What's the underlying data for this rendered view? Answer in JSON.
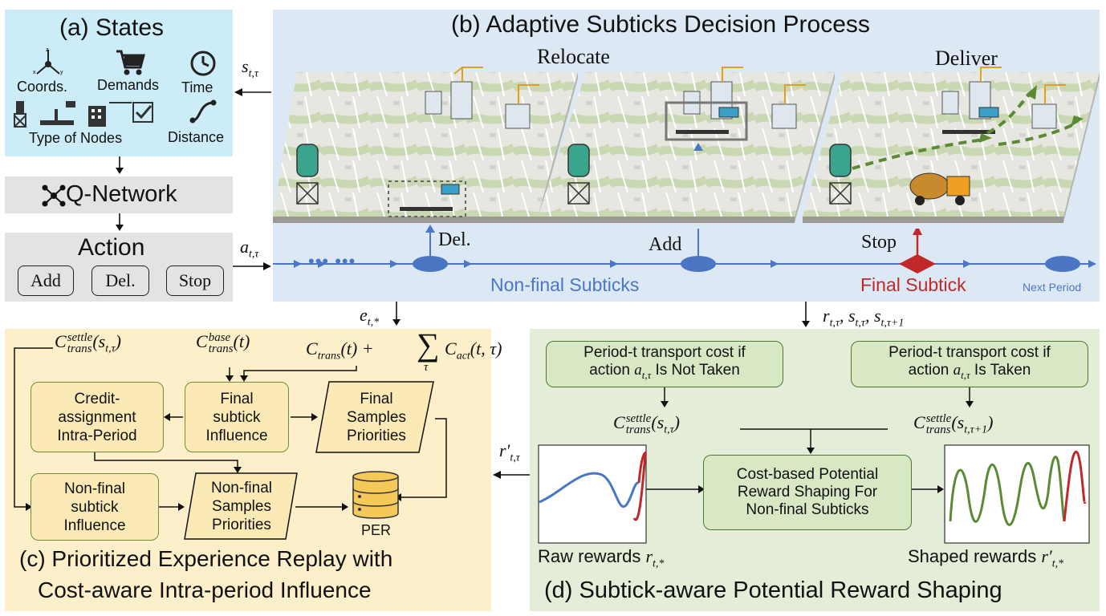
{
  "states": {
    "title": "(a) States",
    "coords": "Coords.",
    "demands": "Demands",
    "time": "Time",
    "type_of_nodes": "Type of Nodes",
    "distance": "Distance"
  },
  "qnetwork": {
    "label": "Q-Network"
  },
  "action": {
    "title": "Action",
    "add": "Add",
    "del": "Del.",
    "stop": "Stop"
  },
  "process": {
    "title": "(b) Adaptive Subticks Decision Process",
    "relocate": "Relocate",
    "deliver": "Deliver",
    "del_label": "Del.",
    "add_label": "Add",
    "stop_label": "Stop",
    "dots": "•••  •••",
    "nonfinal": "Non-final Subticks",
    "final": "Final Subtick",
    "next_period": "Next Period"
  },
  "math": {
    "s_main": "s",
    "s_sub": "t,τ",
    "a_main": "a",
    "a_sub": "t,τ",
    "e_main": "e",
    "e_sub": "t,*",
    "r_arrow": "r′",
    "r_arrow_sub": "t,τ",
    "rs_text": "r",
    "rs_sub1": "t,τ",
    "rs_comma1": ", s",
    "rs_sub2": "t,τ",
    "rs_comma2": ", s",
    "rs_sub3": "t,τ+1",
    "c_settle_sup": "settle",
    "c_trans_sub": "trans",
    "c_settle_arg": "(s",
    "c_settle_arg_sub": "t,τ",
    "c_settle_arg_sub2": "t,τ+1",
    "c_close": ")",
    "c_base_sup": "base",
    "c_base_arg": "(t)",
    "c_main": "C",
    "c_trans_t": "(t) +",
    "sum": "∑",
    "sum_sub": "τ",
    "c_act_sub": "act",
    "c_act_arg": "(t, τ)"
  },
  "per": {
    "title_line1": "(c) Prioritized Experience Replay with",
    "title_line2": "Cost-aware Intra-period Influence",
    "credit": "Credit-\nassignment\nIntra-Period",
    "final_infl": "Final\nsubtick\nInfluence",
    "final_prio": "Final\nSamples\nPriorities",
    "nonfinal_infl": "Non-final\nsubtick\nInfluence",
    "nonfinal_prio": "Non-final\nSamples\nPriorities",
    "per_label": "PER"
  },
  "shaping": {
    "title": "(d) Subtick-aware Potential Reward Shaping",
    "not_taken_line1": "Period-t transport cost if",
    "not_taken_line2a": "action ",
    "not_taken_line2b": " Is Not Taken",
    "taken_line1": "Period-t transport cost if",
    "taken_line2a": "action ",
    "taken_line2b": " Is Taken",
    "center": "Cost-based Potential\nReward Shaping For\nNon-final Subticks",
    "raw": "Raw rewards ",
    "shaped": "Shaped rewards "
  },
  "colors": {
    "states_bg": "#ccecf7",
    "gray_bg": "#e3e3e3",
    "process_bg": "#dce8f4",
    "per_bg": "#fcefc9",
    "shaping_bg": "#e3edd8",
    "blue": "#4a76c4",
    "red": "#c0282a",
    "green": "#5a8a34"
  }
}
